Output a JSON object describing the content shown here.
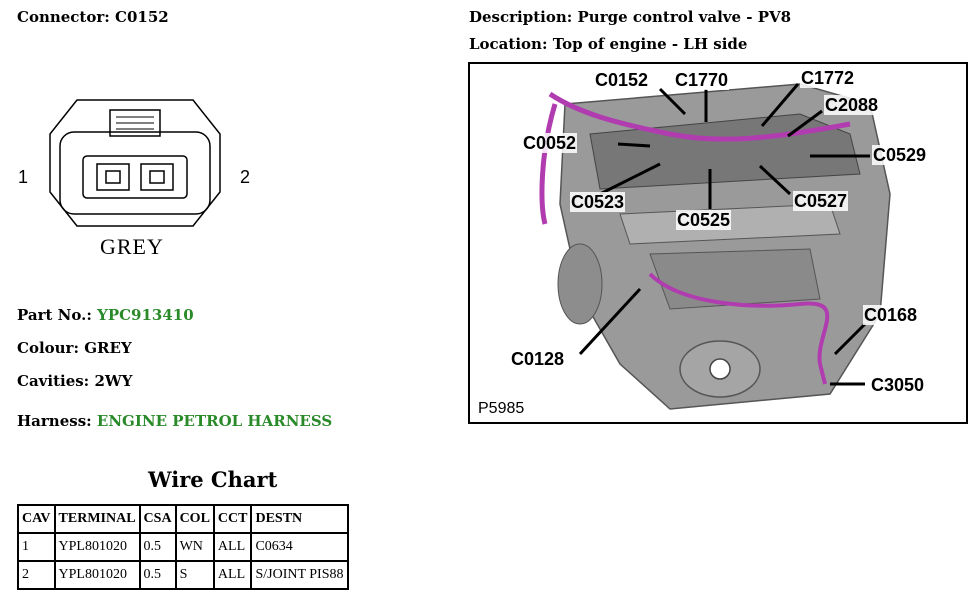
{
  "connector": {
    "label": "Connector:",
    "value": "C0152"
  },
  "description": {
    "label": "Description:",
    "value": "Purge control valve - PV8"
  },
  "location": {
    "label": "Location:",
    "value": "Top of engine - LH side"
  },
  "drawing": {
    "pin1": "1",
    "pin2": "2",
    "colour_label": "GREY"
  },
  "part": {
    "label": "Part No.:",
    "value": "YPC913410"
  },
  "colour": {
    "label": "Colour:",
    "value": "GREY"
  },
  "cavities": {
    "label": "Cavities:",
    "value": "2WY"
  },
  "harness": {
    "label": "Harness:",
    "value": "ENGINE PETROL HARNESS"
  },
  "wire_chart": {
    "title": "Wire Chart",
    "headers": [
      "CAV",
      "TERMINAL",
      "CSA",
      "COL",
      "CCT",
      "DESTN"
    ],
    "rows": [
      [
        "1",
        "YPL801020",
        "0.5",
        "WN",
        "ALL",
        "C0634"
      ],
      [
        "2",
        "YPL801020",
        "0.5",
        "S",
        "ALL",
        "S/JOINT PIS88"
      ]
    ]
  },
  "engine_image": {
    "picture_code": "P5985",
    "callouts": [
      "C0152",
      "C1770",
      "C1772",
      "C2088",
      "C0052",
      "C0529",
      "C0523",
      "C0525",
      "C0527",
      "C0168",
      "C0128",
      "C3050"
    ]
  },
  "colors": {
    "green_text": "#2a8a2a",
    "harness_magenta": "#b03cb0",
    "engine_grey": "#8c8c8c"
  }
}
